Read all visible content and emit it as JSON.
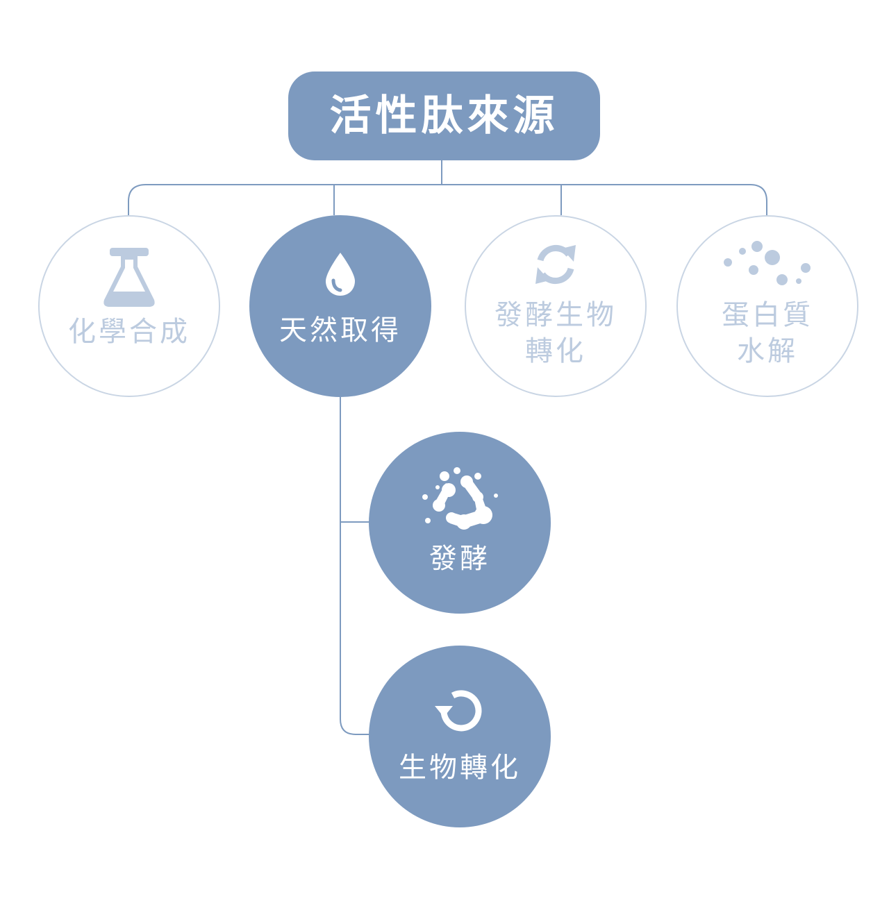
{
  "colors": {
    "primary": "#7d9abf",
    "faded": "#bccbdf",
    "outline": "#c9d5e4",
    "connector": "#7d9abf"
  },
  "root": {
    "title": "活性肽來源"
  },
  "sources": [
    {
      "label": "化學合成",
      "icon": "flask-icon",
      "state": "inactive"
    },
    {
      "label": "天然取得",
      "icon": "water-drop-icon",
      "state": "active"
    },
    {
      "label": "發酵生物\n轉化",
      "icon": "recycle-arrows-icon",
      "state": "inactive"
    },
    {
      "label": "蛋白質\n水解",
      "icon": "dots-icon",
      "state": "inactive"
    }
  ],
  "sub_methods": [
    {
      "label": "發酵",
      "icon": "molecules-icon"
    },
    {
      "label": "生物轉化",
      "icon": "rotate-arrow-icon"
    }
  ]
}
